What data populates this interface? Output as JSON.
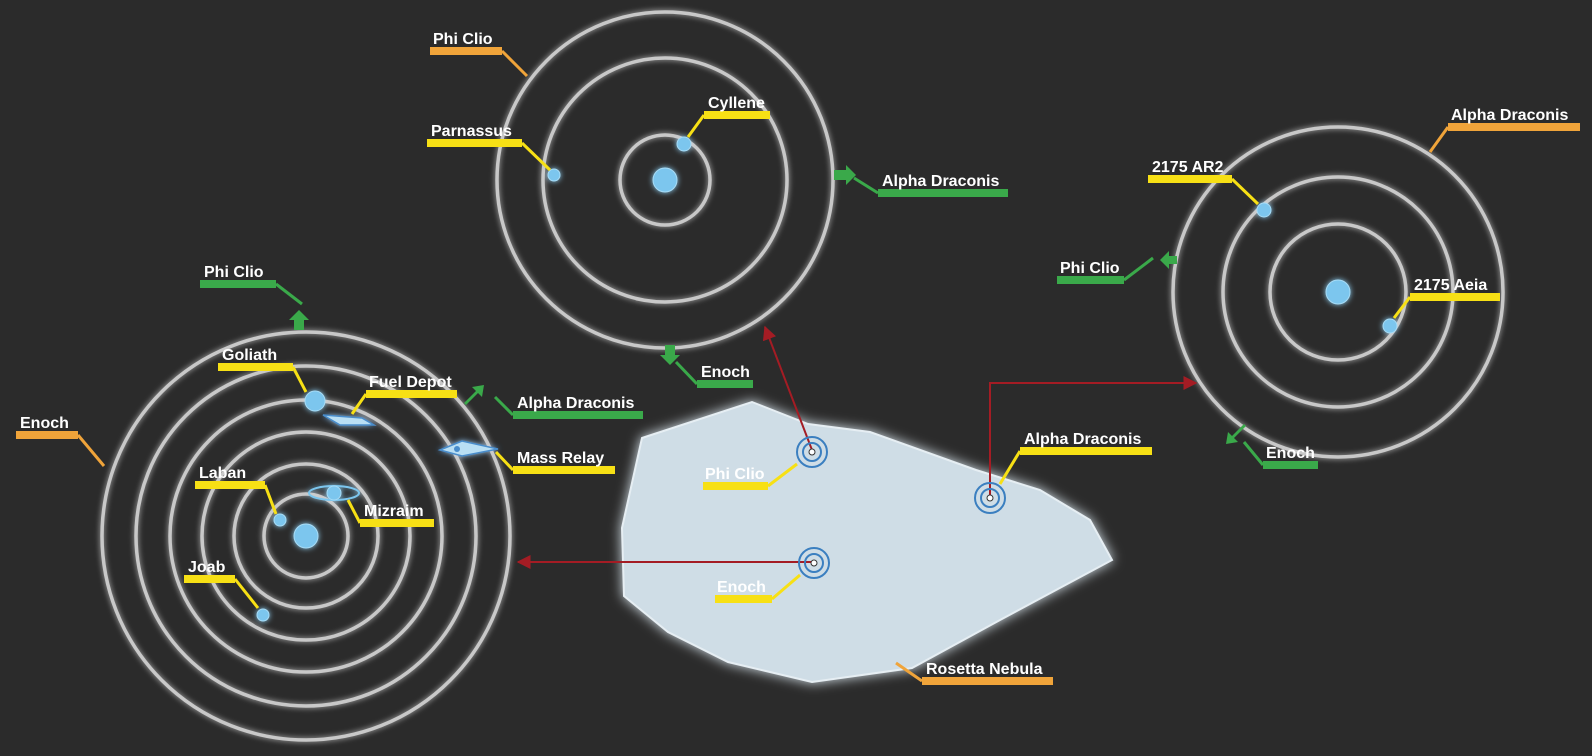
{
  "colors": {
    "background": "#2b2b2b",
    "label_planet": "#f7e015",
    "label_relay_cluster": "#f7e015",
    "label_system_name": "#f0a43a",
    "label_adjacent_system": "#3aa94a",
    "orbit": "#d8d8d8",
    "planet": "#7cc6ee",
    "nebula": "#cfdde6",
    "route": "#a41c24",
    "cluster_marker": "#3b7fc0"
  },
  "nebula": {
    "name": "Rosetta Nebula"
  },
  "clusters": {
    "phi_clio": "Phi Clio",
    "alpha_draconis": "Alpha Draconis",
    "enoch": "Enoch"
  },
  "systems": {
    "phi_clio": {
      "name": "Phi Clio",
      "planets": [
        "Cyllene",
        "Parnassus"
      ],
      "exits": {
        "alpha_draconis": "Alpha Draconis",
        "enoch": "Enoch"
      }
    },
    "alpha_draconis": {
      "name": "Alpha Draconis",
      "planets": [
        "2175 AR2",
        "2175 Aeia"
      ],
      "exits": {
        "phi_clio": "Phi Clio",
        "enoch": "Enoch"
      }
    },
    "enoch": {
      "name": "Enoch",
      "planets": [
        "Goliath",
        "Laban",
        "Mizraim",
        "Joab"
      ],
      "poi": {
        "fuel_depot": "Fuel Depot",
        "mass_relay": "Mass Relay"
      },
      "exits": {
        "phi_clio": "Phi Clio",
        "alpha_draconis": "Alpha Draconis"
      }
    }
  }
}
